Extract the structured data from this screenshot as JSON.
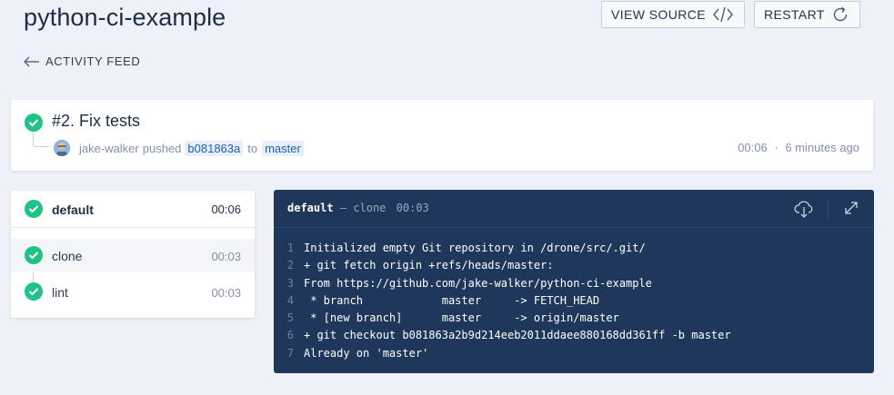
{
  "header": {
    "title": "python-ci-example",
    "view_source_label": "VIEW SOURCE",
    "restart_label": "RESTART",
    "back_label": "ACTIVITY FEED"
  },
  "build": {
    "title": "#2. Fix tests",
    "author": "jake-walker",
    "action": "pushed",
    "commit": "b081863a",
    "to": "to",
    "branch": "master",
    "duration": "00:06",
    "separator": "·",
    "ago": "6 minutes ago",
    "status": "success"
  },
  "stage": {
    "name": "default",
    "duration": "00:06",
    "steps": [
      {
        "name": "clone",
        "duration": "00:03"
      },
      {
        "name": "lint",
        "duration": "00:03"
      }
    ]
  },
  "terminal": {
    "stage": "default",
    "dash": "—",
    "step": "clone",
    "duration": "00:03",
    "lines": [
      {
        "n": "1",
        "text": "Initialized empty Git repository in /drone/src/.git/"
      },
      {
        "n": "2",
        "text": "+ git fetch origin +refs/heads/master:"
      },
      {
        "n": "3",
        "text": "From https://github.com/jake-walker/python-ci-example"
      },
      {
        "n": "4",
        "text": " * branch            master     -> FETCH_HEAD"
      },
      {
        "n": "5",
        "text": " * [new branch]      master     -> origin/master"
      },
      {
        "n": "6",
        "text": "+ git checkout b081863a2b9d214eeb2011ddaee880168dd361ff -b master"
      },
      {
        "n": "7",
        "text": "Already on 'master'"
      }
    ]
  },
  "icons": {
    "view_source": "code-icon",
    "restart": "refresh-icon",
    "back": "arrow-left-icon",
    "status": "check-icon",
    "download": "cloud-download-icon",
    "expand": "expand-icon"
  },
  "colors": {
    "success": "#1fc485",
    "terminal_bg": "#1e375a",
    "link": "#1f5fb0"
  }
}
